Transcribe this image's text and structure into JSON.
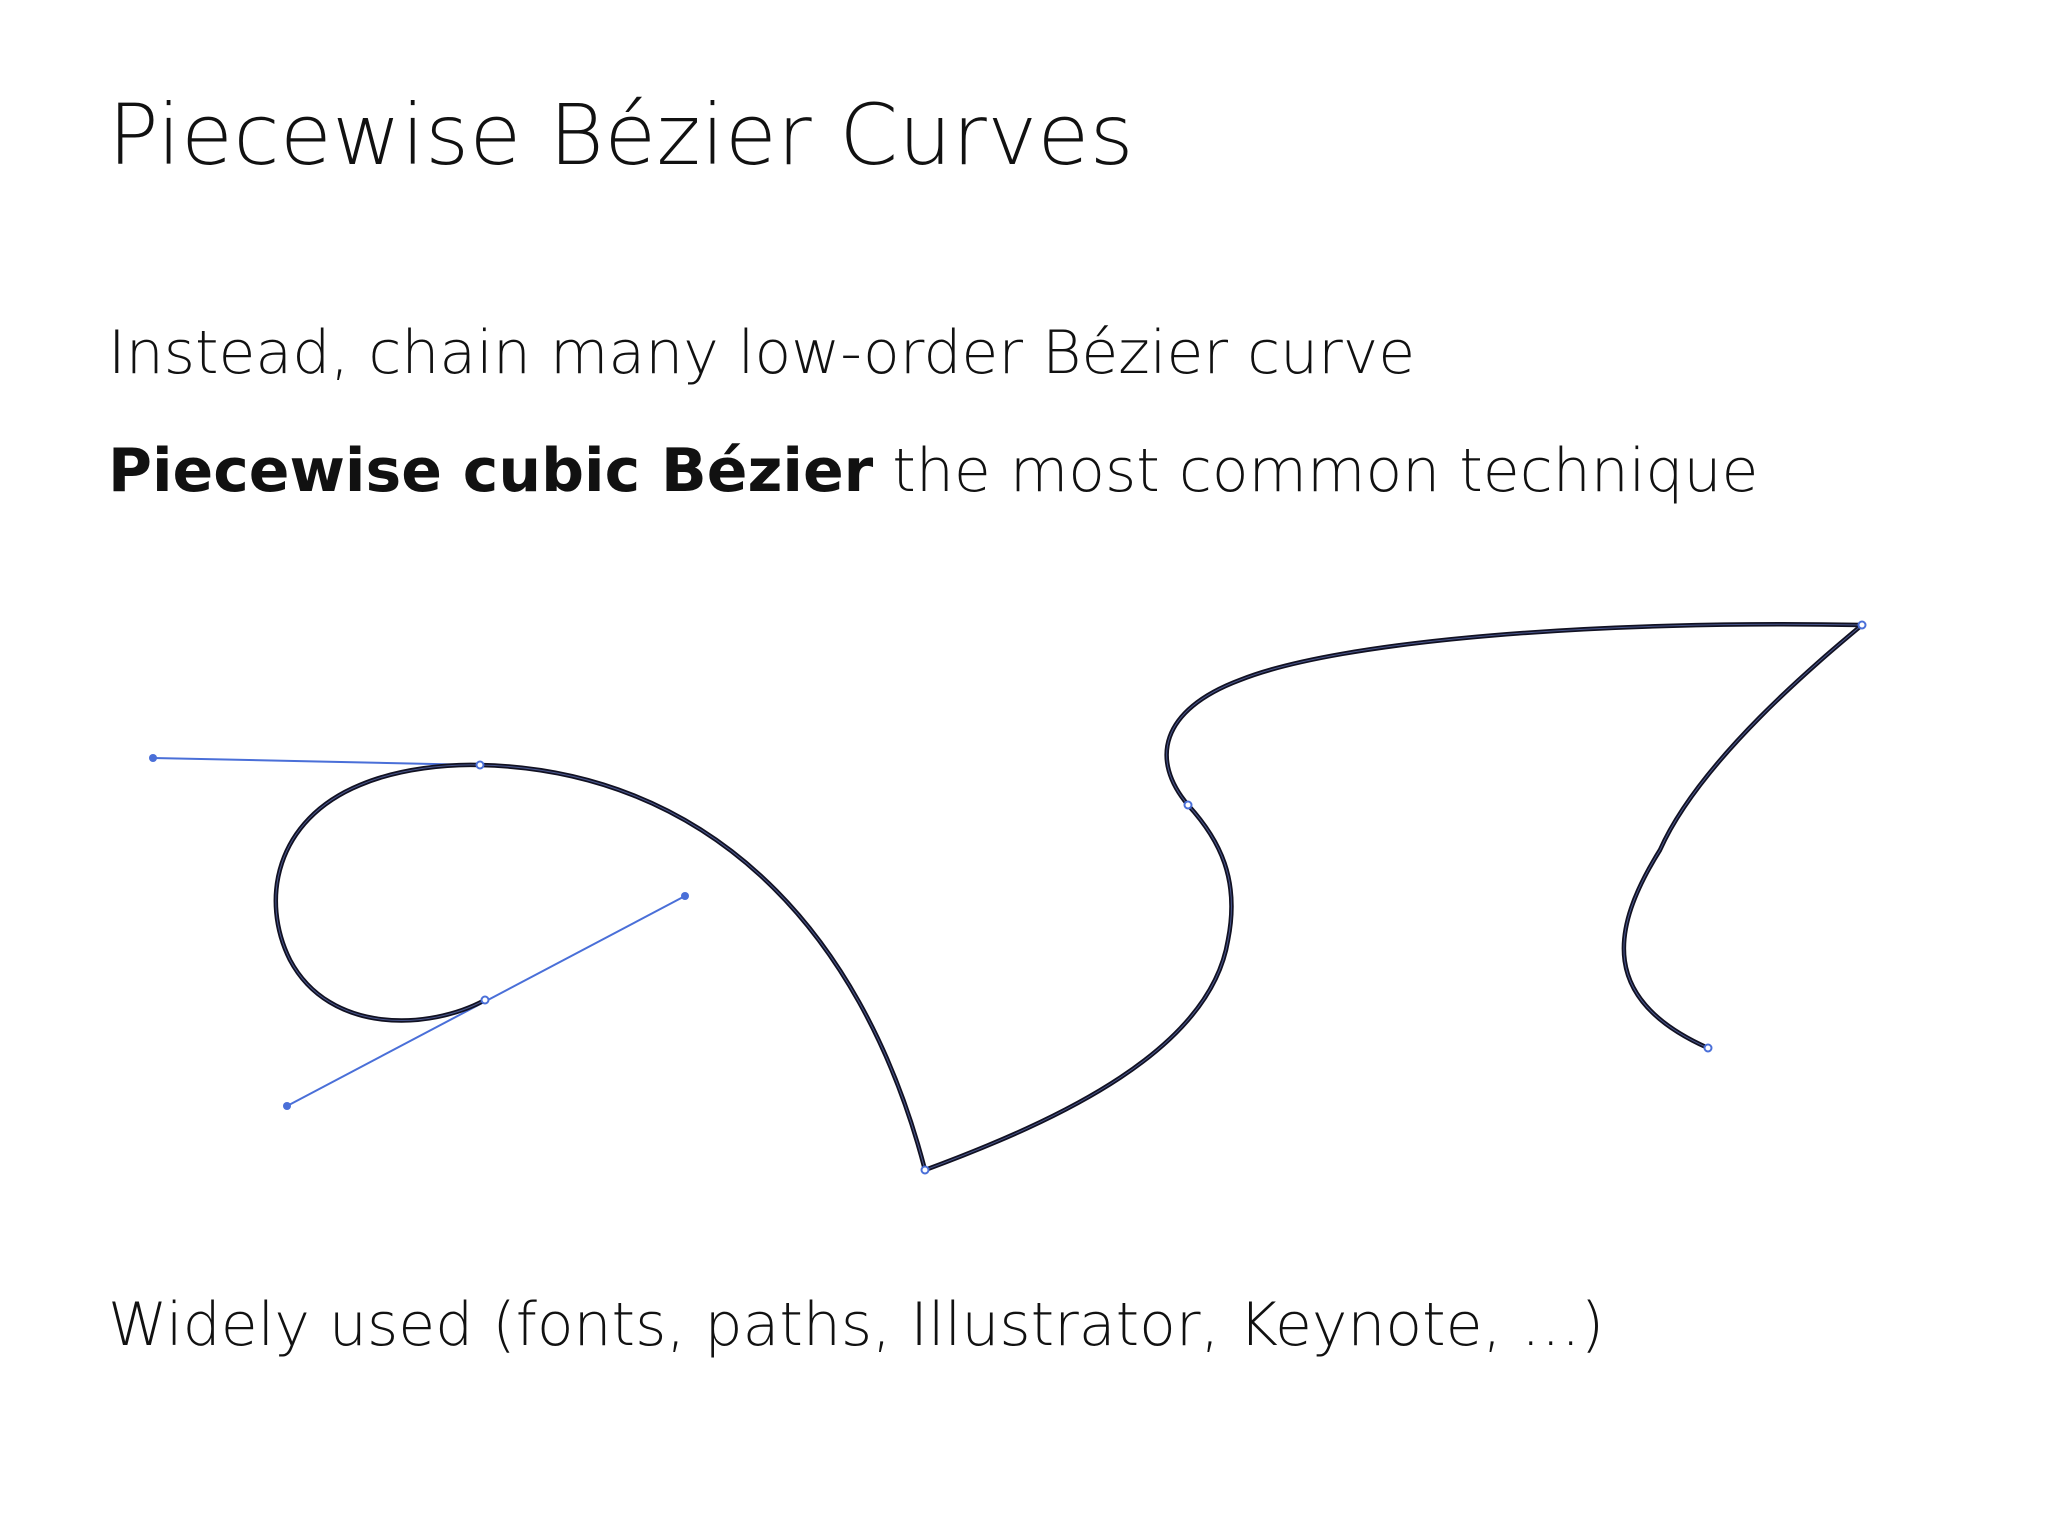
{
  "slide": {
    "title": "Piecewise Bézier Curves",
    "bullet1": "Instead, chain many low-order Bézier curve",
    "bullet2_bold": "Piecewise cubic Bézier",
    "bullet2_rest": " the most common technique",
    "bullet3": "Widely used (fonts, paths, Illustrator, Keynote, …)"
  },
  "colors": {
    "curve": "#111122",
    "handle": "#4a6fd8",
    "text": "#111111"
  }
}
